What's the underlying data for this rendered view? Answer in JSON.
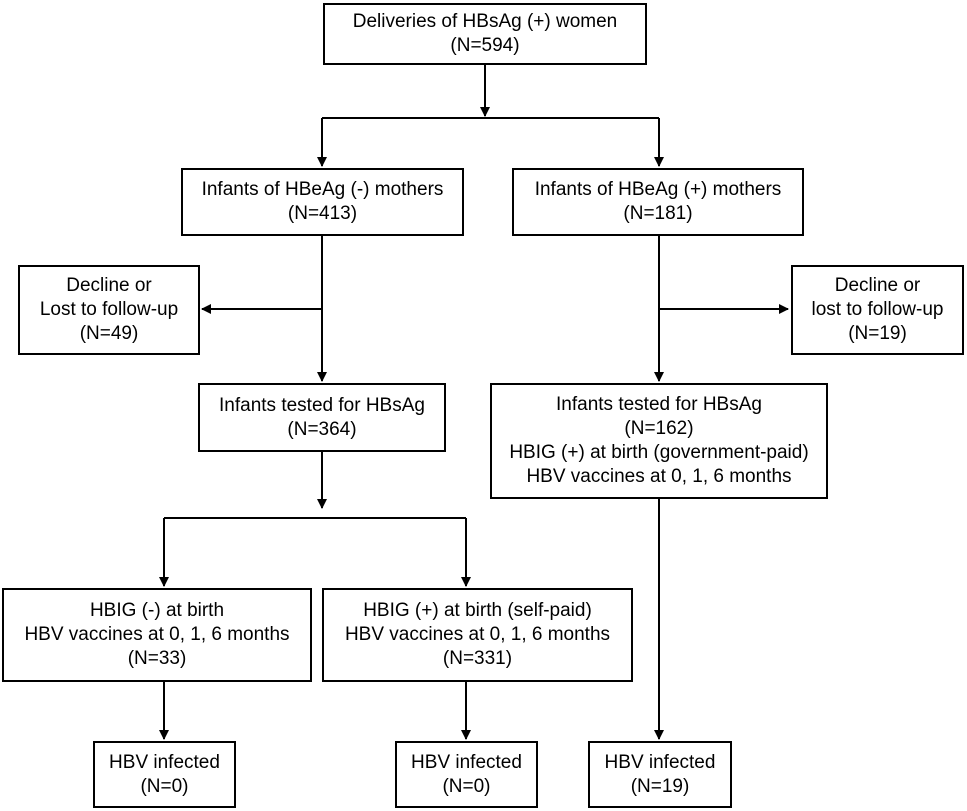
{
  "nodes": {
    "deliveries": {
      "lines": [
        "Deliveries of HBsAg (+) women",
        "(N=594)"
      ]
    },
    "heag_neg": {
      "lines": [
        "Infants of HBeAg (-) mothers",
        "(N=413)"
      ]
    },
    "heag_pos": {
      "lines": [
        "Infants of HBeAg (+) mothers",
        "(N=181)"
      ]
    },
    "lost_left": {
      "lines": [
        "Decline or",
        "Lost to follow-up",
        "(N=49)"
      ]
    },
    "lost_right": {
      "lines": [
        "Decline or",
        "lost to follow-up",
        "(N=19)"
      ]
    },
    "tested_left": {
      "lines": [
        "Infants tested for HBsAg",
        "(N=364)"
      ]
    },
    "tested_right": {
      "lines": [
        "Infants tested for HBsAg",
        "(N=162)",
        "HBIG (+) at birth (government-paid)",
        "HBV vaccines at 0, 1, 6 months"
      ]
    },
    "hbig_neg": {
      "lines": [
        "HBIG (-) at birth",
        "HBV vaccines at 0, 1, 6 months",
        "(N=33)"
      ]
    },
    "hbig_pos_self": {
      "lines": [
        "HBIG (+) at birth (self-paid)",
        "HBV vaccines at 0, 1, 6 months",
        "(N=331)"
      ]
    },
    "infected_1": {
      "lines": [
        "HBV infected",
        "(N=0)"
      ]
    },
    "infected_2": {
      "lines": [
        "HBV infected",
        "(N=0)"
      ]
    },
    "infected_3": {
      "lines": [
        "HBV infected",
        "(N=19)"
      ]
    }
  }
}
